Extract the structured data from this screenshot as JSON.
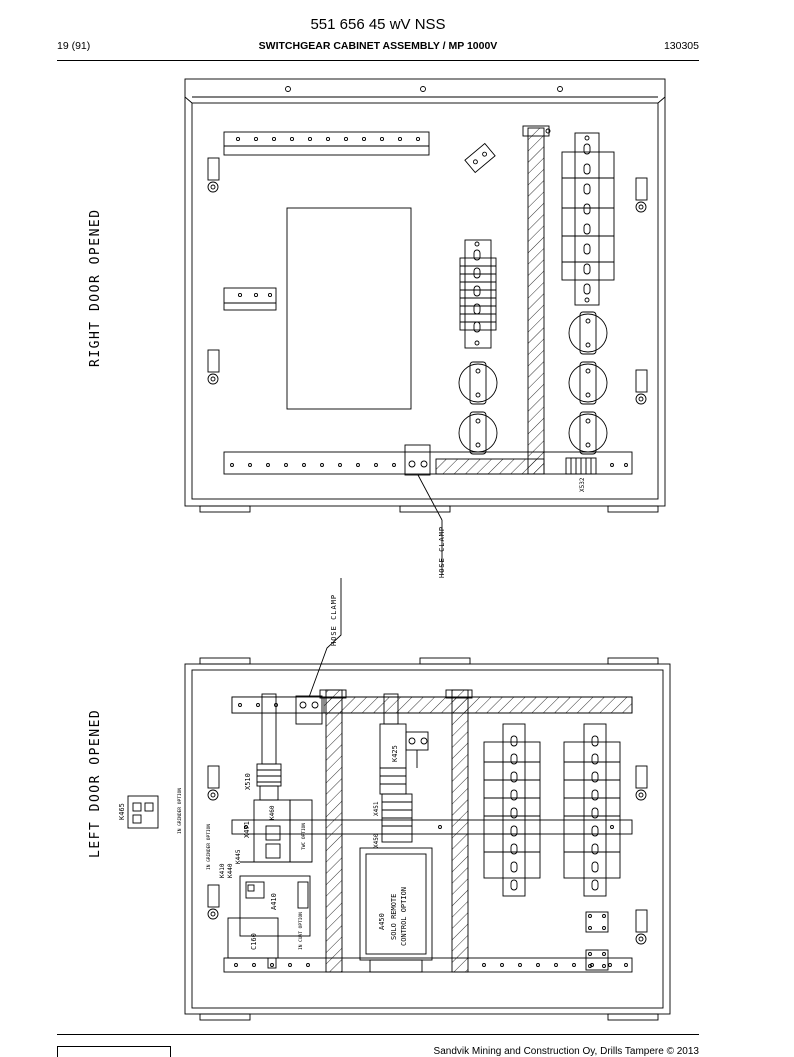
{
  "header": {
    "doc_number": "551 656 45 wV NSS",
    "page": "19 (91)",
    "title": "SWITCHGEAR CABINET ASSEMBLY / MP 1000V",
    "date": "130305"
  },
  "views": {
    "right": "RIGHT DOOR OPENED",
    "left": "LEFT DOOR OPENED"
  },
  "callouts": {
    "hose_clamp_upper": "HOSE CLAMP",
    "hose_clamp_lower": "HOSE CLAMP"
  },
  "components": {
    "x532": "X532",
    "k465": "K465",
    "k465_note": "IN GRINDER OPTION",
    "x510": "X510",
    "x471": "X471",
    "k425": "K425",
    "x451": "X451",
    "x450": "X450",
    "a450": "A450",
    "a450_note_1": "SOLO REMOTE",
    "a450_note_2": "CONTROL OPTION",
    "a410": "A410",
    "c160": "C160",
    "k445": "K445",
    "k440": "K440",
    "k410": "K410",
    "k460": "K460",
    "twc_option": "TWC OPTION",
    "in_cuat_option": "IN CUAT OPTION",
    "grinder_option": "IN GRINDER OPTION"
  },
  "footer": {
    "copyright": "Sandvik Mining and Construction Oy, Drills Tampere © 2013"
  }
}
